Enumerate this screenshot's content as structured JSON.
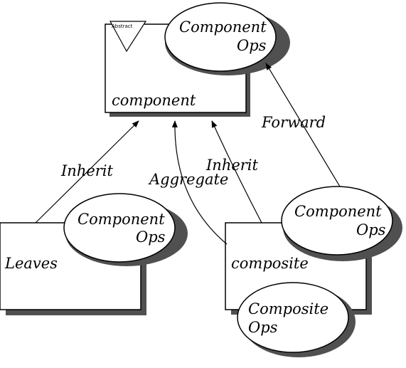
{
  "diagram": {
    "component_box": {
      "label": "component",
      "badge": "Abstract"
    },
    "component_ops": {
      "line1": "Component",
      "line2": "Ops"
    },
    "leaves_box": {
      "label": "Leaves"
    },
    "leaves_ops": {
      "line1": "Component",
      "line2": "Ops"
    },
    "composite_box": {
      "label": "composite"
    },
    "composite_component_ops": {
      "line1": "Component",
      "line2": "Ops"
    },
    "composite_ops": {
      "line1": "Composite",
      "line2": "Ops"
    },
    "edges": {
      "leaves_inherit": "Inherit",
      "composite_aggregate": "Aggregate",
      "composite_inherit": "Inherit",
      "forward": "Forward"
    },
    "colors": {
      "shadow": "#505050",
      "stroke": "#000000",
      "fill": "#ffffff"
    }
  }
}
